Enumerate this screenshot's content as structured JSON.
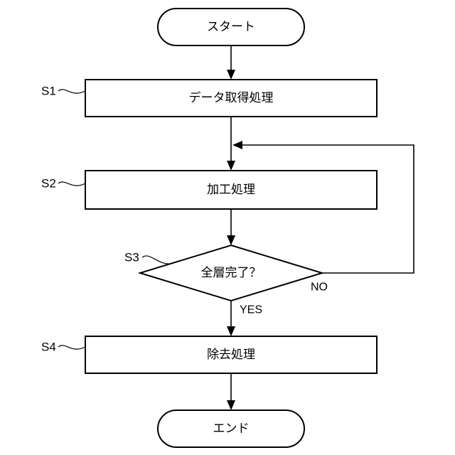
{
  "flowchart": {
    "start": {
      "label": "スタート"
    },
    "end": {
      "label": "エンド"
    },
    "steps": [
      {
        "id": "S1",
        "label": "データ取得処理"
      },
      {
        "id": "S2",
        "label": "加工処理"
      },
      {
        "id": "S3",
        "label": "全層完了？"
      },
      {
        "id": "S4",
        "label": "除去処理"
      }
    ],
    "branches": {
      "yes": "YES",
      "no": "NO"
    }
  }
}
